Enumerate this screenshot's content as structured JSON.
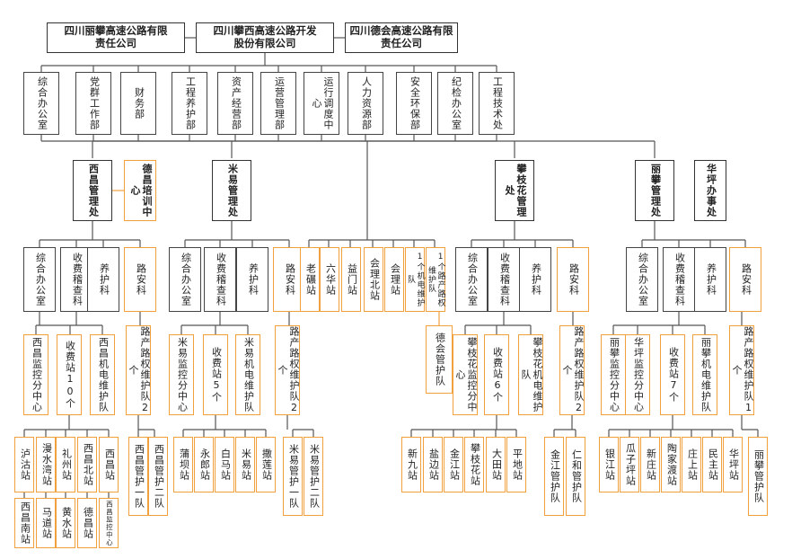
{
  "colors": {
    "orange": "#f0a03c",
    "dark": "#444444",
    "line": "#555555"
  },
  "top": {
    "left": "四川丽攀高速公路有限\n责任公司",
    "center": "四川攀西高速公路开发\n股份有限公司",
    "right": "四川德会高速公路有限\n责任公司"
  },
  "depts": [
    "综合办公室",
    "党群工作部",
    "财务部",
    "工程养护部",
    "资产经营部",
    "运营管理部",
    "运行调度中心",
    "人力资源部",
    "安全环保部",
    "纪检办公室",
    "工程技术处"
  ],
  "offices": {
    "xichang": "西昌管理处",
    "xichang_training": "德昌培训中心",
    "miyi": "米易管理处",
    "panzhihua": "攀枝花管理处",
    "lipan": "丽攀管理处",
    "huaping": "华坪办事处"
  },
  "xichang": {
    "sub": [
      "综合办公室",
      "收费稽查科",
      "养护科",
      "路安科"
    ],
    "l3": [
      "西昌监控分中心",
      "收费站10个",
      "西昌机电维护队",
      "路产路权维护队2个"
    ],
    "stations_row1": [
      "泸沽站",
      "漫水湾站",
      "礼州站",
      "西昌北站",
      "西昌站"
    ],
    "stations_row2": [
      "西昌南站",
      "马道站",
      "黄水站",
      "德昌站",
      "西昌监控中心"
    ],
    "teams": [
      "西昌管护一队",
      "西昌管护二队"
    ]
  },
  "miyi": {
    "sub": [
      "综合办公室",
      "收费稽查科",
      "养护科",
      "路安科"
    ],
    "l3": [
      "米易监控分中心",
      "收费站5个",
      "米易机电维护队",
      "路产路权维护队2个"
    ],
    "stations": [
      "蒲坝站",
      "永郎站",
      "白马站",
      "米易站",
      "撒莲站"
    ],
    "teams": [
      "米易管护一队",
      "米易管护二队"
    ]
  },
  "dehui": {
    "stations": [
      "老碾站",
      "六华站",
      "益门站",
      "会理北站",
      "会理站"
    ],
    "mech": "1个机电维护队",
    "road": "1个路产路权维护队",
    "team": "德会管护队"
  },
  "panzhihua": {
    "sub": [
      "综合办公室",
      "收费稽查科",
      "养护科",
      "路安科"
    ],
    "l3": [
      "攀枝花监控分中心",
      "收费站6个",
      "攀枝花机电维护队",
      "路产路权维护队2个"
    ],
    "stations": [
      "新九站",
      "盐边站",
      "金江站",
      "攀枝花站",
      "大田站",
      "平地站"
    ],
    "teams": [
      "金江管护队",
      "仁和管护队"
    ]
  },
  "lipan": {
    "sub": [
      "综合办公室",
      "收费稽查科",
      "养护科",
      "路安科"
    ],
    "l3": [
      "丽攀监控分中心",
      "华坪监控分中心",
      "收费站7个",
      "丽攀机电维护队",
      "路产路权维护队1个"
    ],
    "stations": [
      "银江站",
      "瓜子坪站",
      "新庄站",
      "陶家渡站",
      "庄上站",
      "民主站",
      "华坪站"
    ],
    "team": "丽攀管护队"
  }
}
